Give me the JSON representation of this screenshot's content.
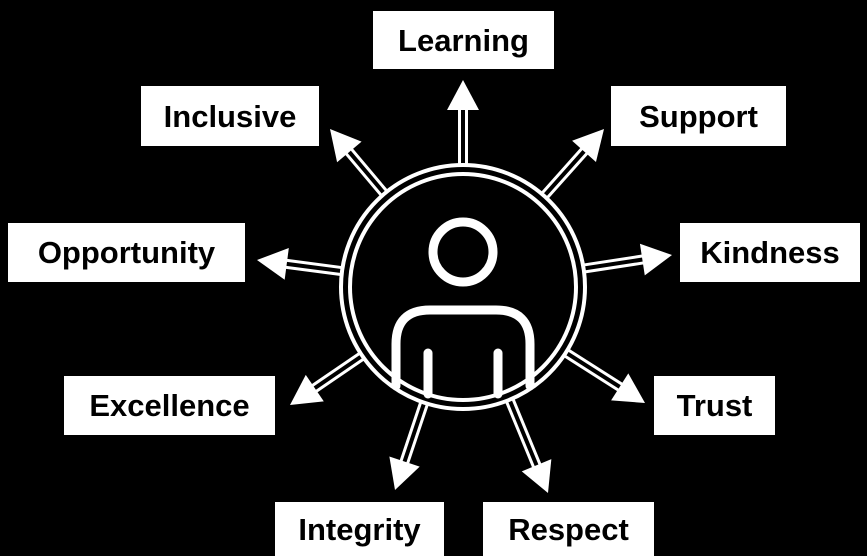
{
  "values": {
    "learning": "Learning",
    "inclusive": "Inclusive",
    "support": "Support",
    "opportunity": "Opportunity",
    "kindness": "Kindness",
    "excellence": "Excellence",
    "trust": "Trust",
    "integrity": "Integrity",
    "respect": "Respect"
  },
  "colors": {
    "background": "#000000",
    "foreground": "#ffffff",
    "label_text": "#000000"
  },
  "center_icon": "person-icon",
  "connector_icon": "double-line-arrow"
}
